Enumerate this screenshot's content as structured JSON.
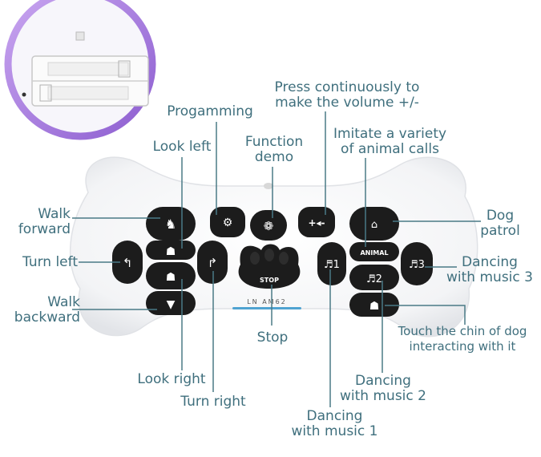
{
  "labels": {
    "walk_forward": [
      "Walk",
      "forward"
    ],
    "turn_left": [
      "Turn left"
    ],
    "walk_backward": [
      "Walk",
      "backward"
    ],
    "programming": [
      "Progamming"
    ],
    "look_left": [
      "Look left"
    ],
    "function_demo": [
      "Function",
      "demo"
    ],
    "volume": [
      "Press continuously to",
      "make the volume +/-"
    ],
    "animal_calls": [
      "Imitate a variety",
      "of animal calls"
    ],
    "dog_patrol": [
      "Dog",
      "patrol"
    ],
    "music3": [
      "Dancing",
      "with music 3"
    ],
    "chin": [
      "Touch the chin of dog",
      "interacting with it"
    ],
    "music2": [
      "Dancing",
      "with music 2"
    ],
    "music1": [
      "Dancing",
      "with music 1"
    ],
    "stop": [
      "Stop"
    ],
    "look_right": [
      "Look right"
    ],
    "turn_right": [
      "Turn right"
    ]
  },
  "device": {
    "animal_button_text": "ANIMAL",
    "stop_button_text": "STOP",
    "model_text": "LN AM62",
    "music1_symbol": "♬1",
    "music2_symbol": "♬2",
    "music3_symbol": "♬3",
    "volume_symbol": "+◂-"
  },
  "colors": {
    "label_text": "#3f6f7d",
    "leader_line": "#4a7a86",
    "button_black": "#1c1c1c",
    "inset_ring": "#9b6fd4"
  }
}
